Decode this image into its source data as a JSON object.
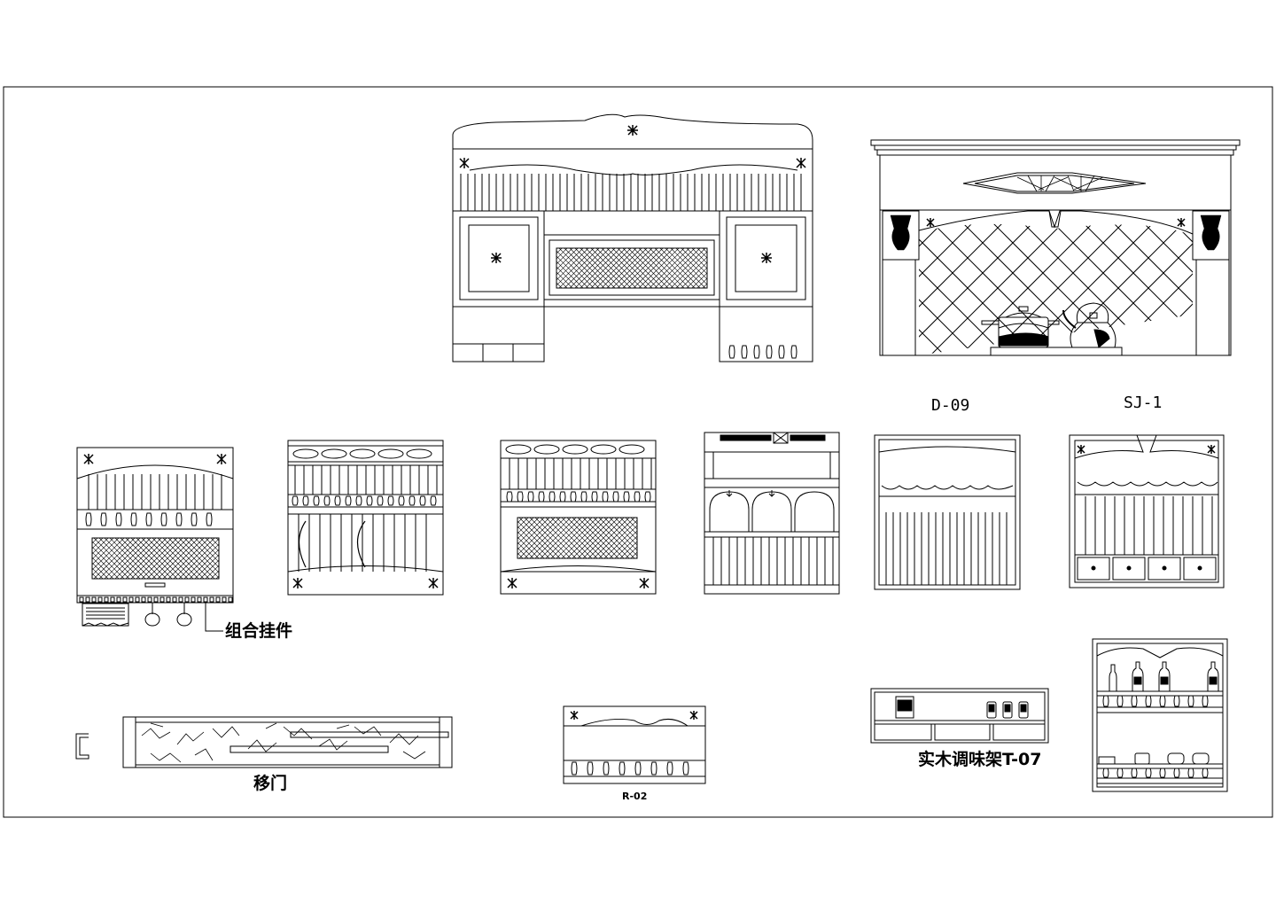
{
  "labels": {
    "d09": "D-09",
    "sj1": "SJ-1",
    "combo": "组合挂件",
    "sliding": "移门",
    "r02": "R-02",
    "spice": "实木调味架T-07"
  },
  "colors": {
    "line": "#000000",
    "background": "#ffffff"
  }
}
